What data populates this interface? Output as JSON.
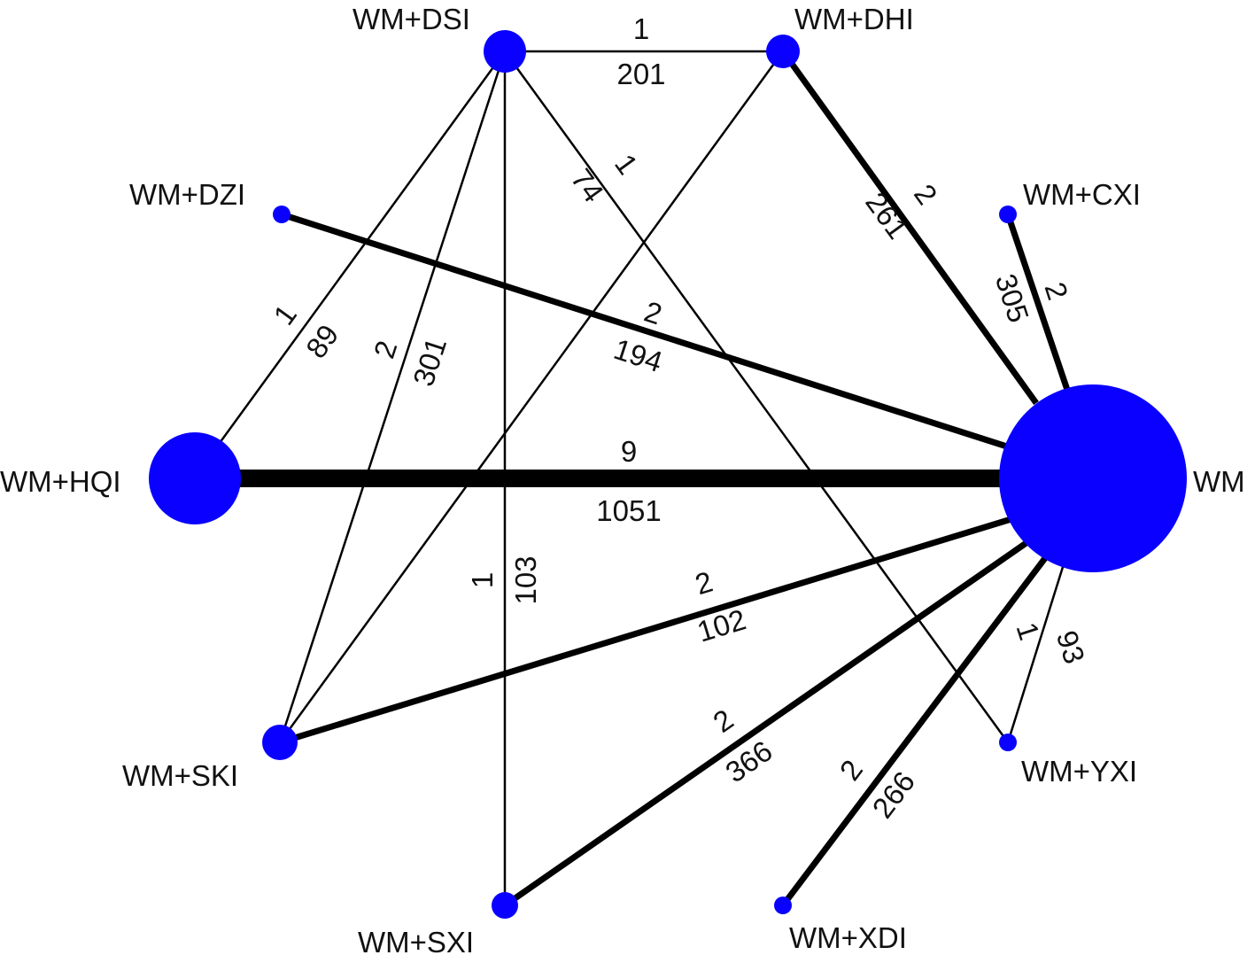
{
  "colors": {
    "node_fill": "#0a00ff",
    "edge_stroke": "#000000",
    "text": "#111111",
    "background": "#ffffff"
  },
  "nodes": [
    {
      "id": "wm-dsi",
      "label": "WM+DSI",
      "size_rank": 2
    },
    {
      "id": "wm-dhi",
      "label": "WM+DHI",
      "size_rank": 2
    },
    {
      "id": "wm-dzi",
      "label": "WM+DZI",
      "size_rank": 1
    },
    {
      "id": "wm-cxi",
      "label": "WM+CXI",
      "size_rank": 1
    },
    {
      "id": "wm-hqi",
      "label": "WM+HQI",
      "size_rank": 4
    },
    {
      "id": "wm",
      "label": "WM",
      "size_rank": 5
    },
    {
      "id": "wm-ski",
      "label": "WM+SKI",
      "size_rank": 2
    },
    {
      "id": "wm-yxi",
      "label": "WM+YXI",
      "size_rank": 1
    },
    {
      "id": "wm-sxi",
      "label": "WM+SXI",
      "size_rank": 2
    },
    {
      "id": "wm-xdi",
      "label": "WM+XDI",
      "size_rank": 1
    }
  ],
  "edges": [
    {
      "id": "dsi-dhi",
      "studies": "1",
      "patients": "201"
    },
    {
      "id": "dhi-wm",
      "studies": "2",
      "patients": "261"
    },
    {
      "id": "dsi-yxi",
      "studies": "1",
      "patients": "74"
    },
    {
      "id": "cxi-wm",
      "studies": "2",
      "patients": "305"
    },
    {
      "id": "dsi-hqi",
      "studies": "1",
      "patients": "89"
    },
    {
      "id": "dsi-ski",
      "studies": "2",
      "patients": "301"
    },
    {
      "id": "dzi-wm",
      "studies": "2",
      "patients": "194"
    },
    {
      "id": "hqi-wm",
      "studies": "9",
      "patients": "1051"
    },
    {
      "id": "dsi-sxi",
      "studies": "1",
      "patients": "103"
    },
    {
      "id": "ski-wm",
      "studies": "2",
      "patients": "102"
    },
    {
      "id": "yxi-wm",
      "studies": "1",
      "patients": "93"
    },
    {
      "id": "sxi-wm",
      "studies": "2",
      "patients": "366"
    },
    {
      "id": "xdi-wm",
      "studies": "2",
      "patients": "266"
    },
    {
      "id": "dhi-ski",
      "studies": "",
      "patients": ""
    }
  ]
}
